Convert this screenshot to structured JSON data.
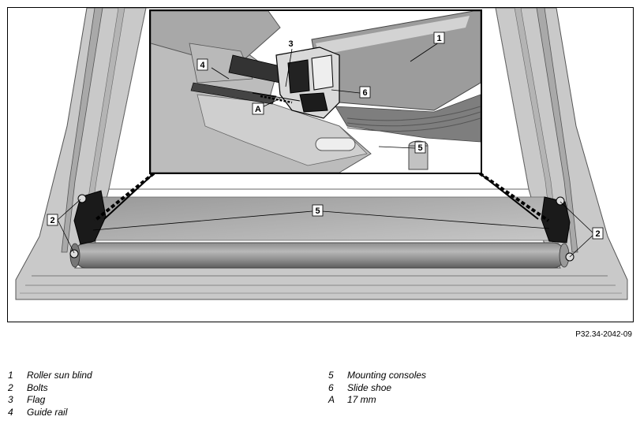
{
  "figure": {
    "callouts": {
      "c1": "1",
      "c2a": "2",
      "c2b": "2",
      "c3": "3",
      "c4": "4",
      "c5a": "5",
      "c5b": "5",
      "c6": "6",
      "cA": "A"
    }
  },
  "reference_code": "P32.34-2042-09",
  "legend": {
    "left": [
      {
        "key": "1",
        "label": "Roller sun blind"
      },
      {
        "key": "2",
        "label": "Bolts"
      },
      {
        "key": "3",
        "label": "Flag"
      },
      {
        "key": "4",
        "label": "Guide rail"
      }
    ],
    "right": [
      {
        "key": "5",
        "label": "Mounting consoles"
      },
      {
        "key": "6",
        "label": "Slide shoe"
      },
      {
        "key": "A",
        "label": "17 mm"
      }
    ]
  }
}
